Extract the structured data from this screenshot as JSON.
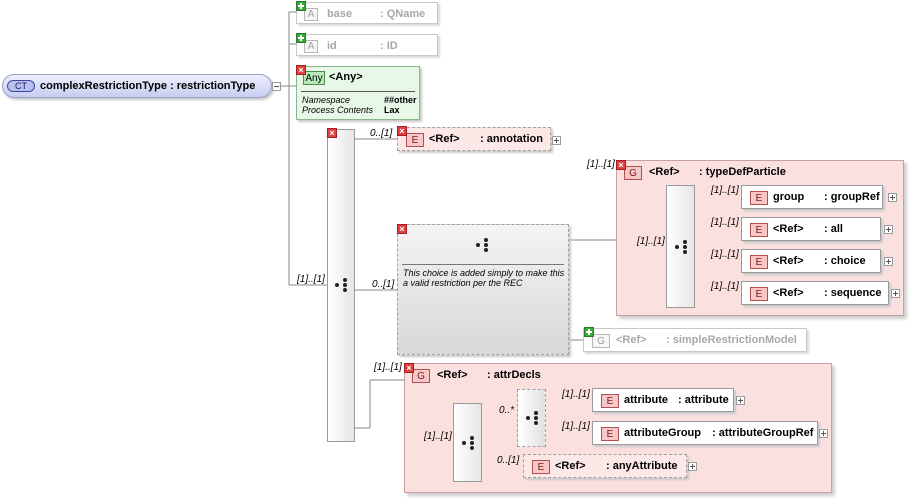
{
  "root": {
    "badge": "CT",
    "label": "complexRestrictionType : restrictionType"
  },
  "attributes": [
    {
      "letter": "A",
      "name": "base",
      "type": ": QName"
    },
    {
      "letter": "A",
      "name": "id",
      "type": ": ID"
    }
  ],
  "any_attr": {
    "badge": "Any",
    "title": "<Any>",
    "namespace_label": "Namespace",
    "namespace_value": "##other",
    "process_label": "Process Contents",
    "process_value": "Lax"
  },
  "cardinalities": {
    "main_seq": "[1]..[1]",
    "annotation": "0..[1]",
    "choice": "0..[1]",
    "typeDef": "[1]..[1]",
    "typeDef_seq": "[1]..[1]",
    "group": "[1]..[1]",
    "all": "[1]..[1]",
    "choice_item": "[1]..[1]",
    "sequence": "[1]..[1]",
    "attrDecls": "[1]..[1]",
    "attrDecls_seq": "[1]..[1]",
    "attr_choice": "0..*",
    "attribute": "[1]..[1]",
    "attributeGroup": "[1]..[1]",
    "anyAttribute": "0..[1]"
  },
  "annotation": {
    "letter": "E",
    "name": "<Ref>",
    "type": ": annotation"
  },
  "choice_note": "This choice is added simply to make this a valid restriction per the REC",
  "typeDefParticle": {
    "letter": "G",
    "name": "<Ref>",
    "type": ": typeDefParticle",
    "items": [
      {
        "letter": "E",
        "name": "group",
        "type": ": groupRef"
      },
      {
        "letter": "E",
        "name": "<Ref>",
        "type": ": all"
      },
      {
        "letter": "E",
        "name": "<Ref>",
        "type": ": choice"
      },
      {
        "letter": "E",
        "name": "<Ref>",
        "type": ": sequence"
      }
    ]
  },
  "simpleRestriction": {
    "letter": "G",
    "name": "<Ref>",
    "type": ": simpleRestrictionModel"
  },
  "attrDecls": {
    "letter": "G",
    "name": "<Ref>",
    "type": ": attrDecls",
    "items": [
      {
        "letter": "E",
        "name": "attribute",
        "type": ": attribute"
      },
      {
        "letter": "E",
        "name": "attributeGroup",
        "type": ": attributeGroupRef"
      }
    ],
    "any": {
      "letter": "E",
      "name": "<Ref>",
      "type": ": anyAttribute"
    }
  },
  "colors": {
    "element_pink": "#f8c8c8",
    "group_bg": "#fbe0e0",
    "any_green": "#e8f8e8",
    "root_blue": "#d8dcf8"
  }
}
